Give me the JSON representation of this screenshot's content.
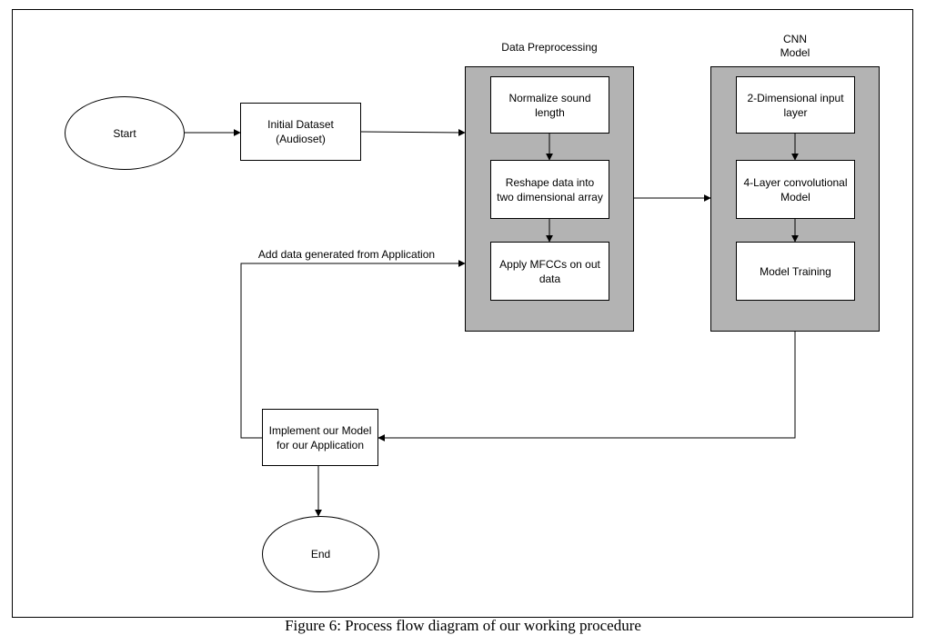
{
  "nodes": {
    "start": "Start",
    "initial_dataset": "Initial Dataset\n(Audioset)",
    "normalize": "Normalize sound\nlength",
    "reshape": "Reshape data into\ntwo dimensional array",
    "apply_mfcc": "Apply MFCCs on out\ndata",
    "input_layer": "2-Dimensional input\nlayer",
    "conv_model": "4-Layer convolutional\nModel",
    "training": "Model Training",
    "implement": "Implement our Model\nfor our Application",
    "end": "End"
  },
  "groups": {
    "preprocessing": "Data Preprocessing",
    "cnn": "CNN\nModel"
  },
  "edges": {
    "feedback_label": "Add data generated from Application"
  },
  "caption": "Figure 6: Process flow diagram of our working procedure",
  "colors": {
    "group_fill": "#b3b3b3",
    "stroke": "#000000"
  }
}
